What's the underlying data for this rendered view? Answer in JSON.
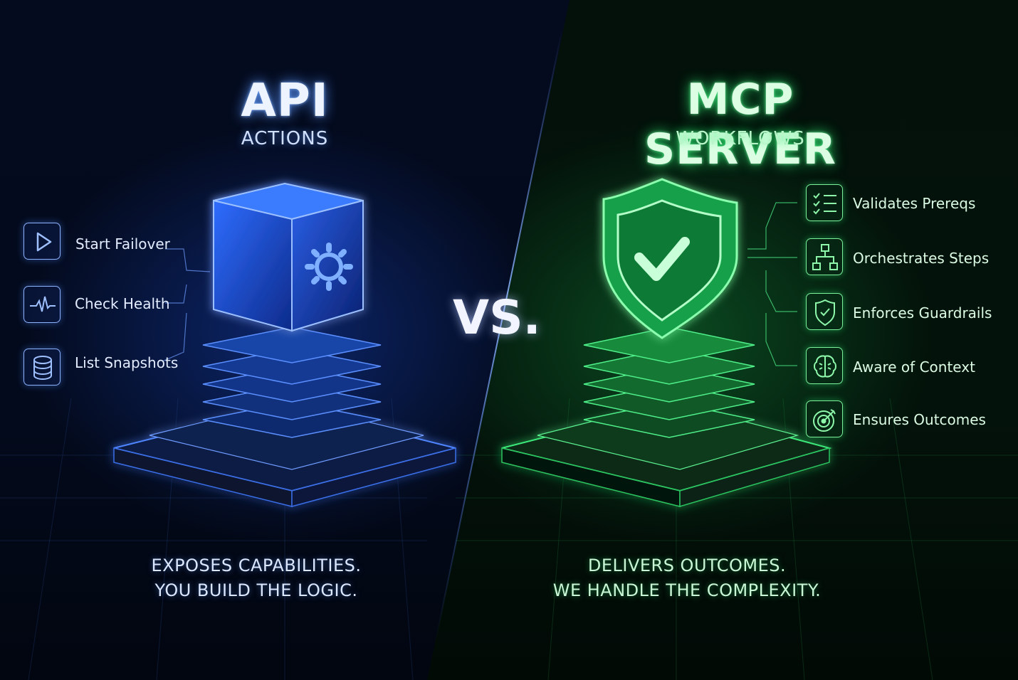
{
  "left": {
    "title": "API",
    "subtitle": "ACTIONS",
    "items": [
      {
        "label": "Start Failover",
        "icon": "play-icon"
      },
      {
        "label": "Check Health",
        "icon": "pulse-icon"
      },
      {
        "label": "List Snapshots",
        "icon": "database-icon"
      }
    ],
    "tagline_1": "EXPOSES CAPABILITIES.",
    "tagline_2": "YOU BUILD THE LOGIC.",
    "accent": "#3b7bff"
  },
  "vs": "VS.",
  "right": {
    "title": "MCP SERVER",
    "subtitle": "WORKFLOWS",
    "items": [
      {
        "label": "Validates Prereqs",
        "icon": "checklist-icon"
      },
      {
        "label": "Orchestrates Steps",
        "icon": "hierarchy-icon"
      },
      {
        "label": "Enforces Guardrails",
        "icon": "shield-check-icon"
      },
      {
        "label": "Aware of Context",
        "icon": "brain-icon"
      },
      {
        "label": "Ensures Outcomes",
        "icon": "target-icon"
      }
    ],
    "tagline_1": "DELIVERS OUTCOMES.",
    "tagline_2": "WE HANDLE THE COMPLEXITY.",
    "accent": "#2ee86a"
  }
}
